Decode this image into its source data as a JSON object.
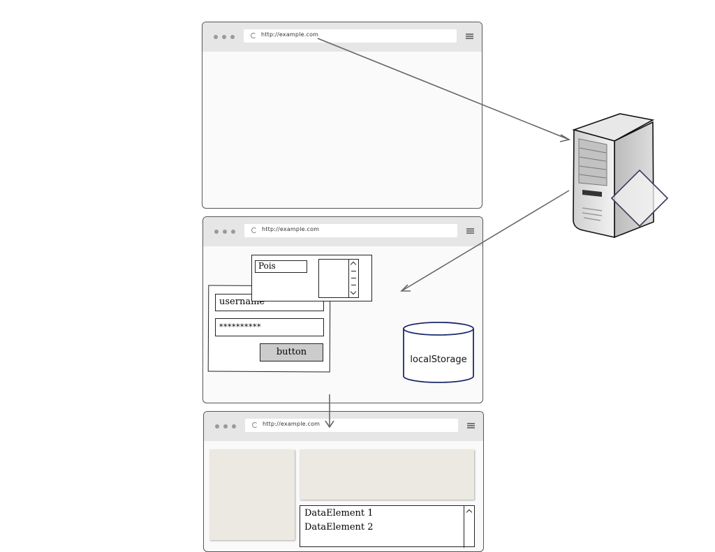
{
  "browsers": [
    {
      "url": "http://example.com"
    },
    {
      "url": "http://example.com"
    },
    {
      "url": "http://example.com"
    }
  ],
  "form": {
    "select_value": "Pois",
    "username_value": "username",
    "password_value": "**********",
    "button_label": "button"
  },
  "storage": {
    "label": "localStorage"
  },
  "list": {
    "items": [
      "DataElement 1",
      "DataElement 2"
    ]
  },
  "colors": {
    "arrow": "#666666",
    "storage_stroke": "#1b2a6b",
    "panel_fill": "#ece9e2",
    "button_fill": "#cccccc"
  },
  "icons": [
    "reload-icon",
    "menu-icon",
    "server-icon",
    "scroll-up-icon",
    "scroll-down-icon"
  ]
}
